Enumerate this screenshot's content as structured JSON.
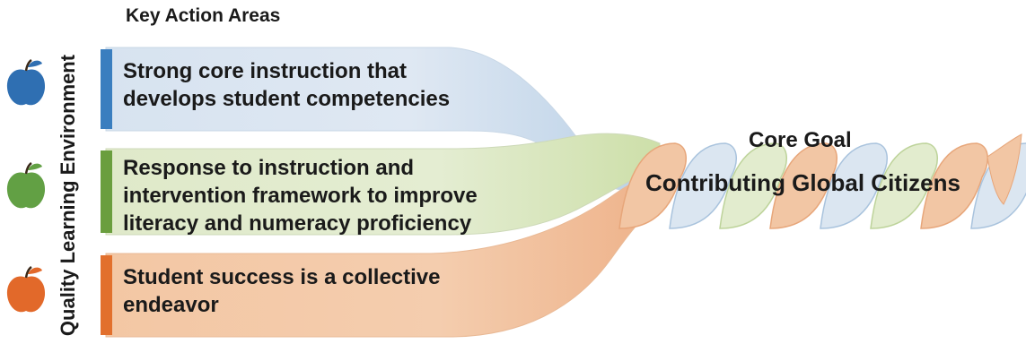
{
  "header": {
    "title": "Key Action Areas"
  },
  "side_label": "Quality Learning Environment",
  "action_areas": [
    {
      "text": "Strong core instruction that\ndevelops student competencies",
      "color": "#3a7ebf",
      "fill": "#dbe6f1",
      "icon": "apple-icon"
    },
    {
      "text": "Response to instruction and\nintervention framework to improve\nliteracy and numeracy proficiency",
      "color": "#6a9e3e",
      "fill": "#e2ecce",
      "icon": "apple-icon"
    },
    {
      "text": "Student success is a collective\nendeavor",
      "color": "#e2702d",
      "fill": "#f2c6a4",
      "icon": "apple-icon"
    }
  ],
  "core_goal": {
    "label": "Core Goal",
    "value": "Contributing Global Citizens"
  }
}
